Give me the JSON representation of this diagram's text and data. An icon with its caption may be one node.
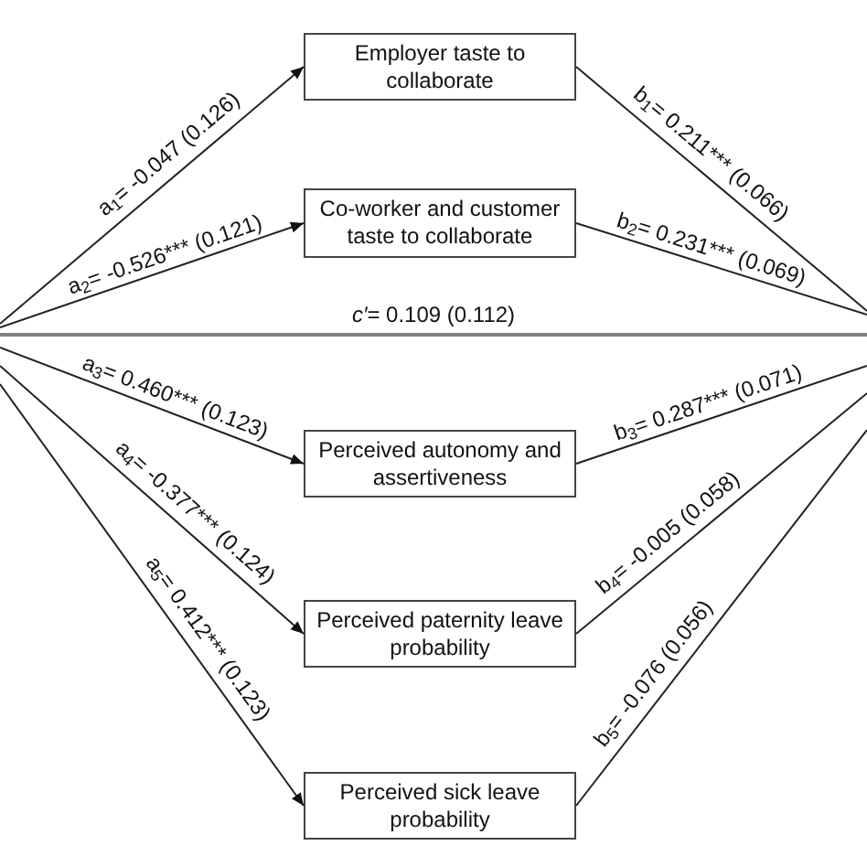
{
  "diagram": {
    "nodes": [
      {
        "text": [
          "Employer taste to collaborate"
        ]
      },
      {
        "text": [
          "Co-worker and customer taste to collaborate"
        ]
      },
      {
        "text": [
          "Perceived autonomy and assertiveness"
        ]
      },
      {
        "text": [
          "Perceived paternity leave probability"
        ]
      },
      {
        "text": [
          "Perceived sick leave probability"
        ]
      }
    ],
    "edges": [
      {
        "from": null,
        "to": 0,
        "arrow": "to",
        "label": "a$_{1}$= -0.047 (0.126)"
      },
      {
        "from": null,
        "to": 1,
        "arrow": "to",
        "label": "a$_{2}$= -0.526*** (0.121)"
      },
      {
        "from": null,
        "to": 2,
        "arrow": "to",
        "label": "a$_{3}$= 0.460*** (0.123)"
      },
      {
        "from": null,
        "to": 3,
        "arrow": "to",
        "label": "a$_{4}$= -0.377*** (0.124)"
      },
      {
        "from": null,
        "to": 4,
        "arrow": "to",
        "label": "a$_{5}$= 0.412*** (0.123)"
      },
      {
        "from": 0,
        "to": null,
        "arrow": "none",
        "label": "b$_{1}$= 0.211*** (0.066)"
      },
      {
        "from": 1,
        "to": null,
        "arrow": "none",
        "label": "b$_{2}$= 0.231*** (0.069)"
      },
      {
        "from": 2,
        "to": null,
        "arrow": "none",
        "label": "b$_{3}$= 0.287*** (0.071)"
      },
      {
        "from": 3,
        "to": null,
        "arrow": "none",
        "label": "b$_{4}$= -0.005 (0.058)"
      },
      {
        "from": 4,
        "to": null,
        "arrow": "none",
        "label": "b$_{5}$= -0.076 (0.056)"
      }
    ],
    "labels": [
      "*c′*= 0.109 (0.112)"
    ]
  }
}
